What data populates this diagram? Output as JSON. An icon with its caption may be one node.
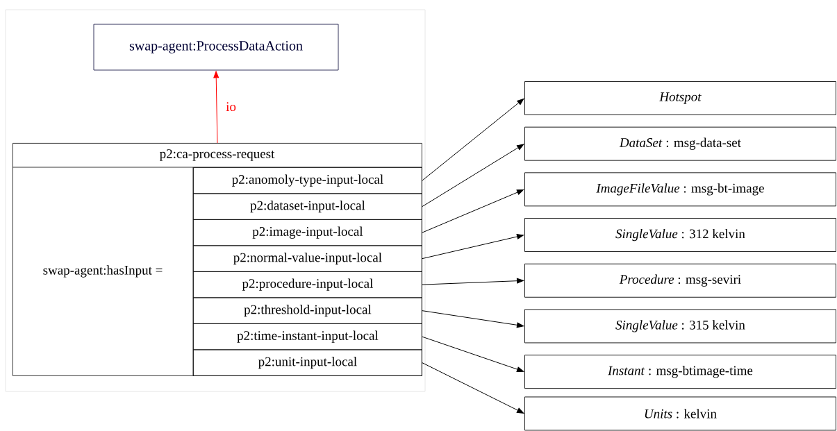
{
  "diagram": {
    "nodes": [
      {
        "text": [
          "swap-agent:ProcessDataAction"
        ]
      },
      {
        "text": [
          "p2:ca-process-request",
          "swap-agent:hasInput ="
        ]
      },
      {
        "text": [
          "p2:anomoly-type-input-local"
        ],
        "in": 1
      },
      {
        "text": [
          "p2:dataset-input-local"
        ],
        "in": 1
      },
      {
        "text": [
          "p2:image-input-local"
        ],
        "in": 1
      },
      {
        "text": [
          "p2:normal-value-input-local"
        ],
        "in": 1
      },
      {
        "text": [
          "p2:procedure-input-local"
        ],
        "in": 1
      },
      {
        "text": [
          "p2:threshold-input-local"
        ],
        "in": 1
      },
      {
        "text": [
          "p2:time-instant-input-local"
        ],
        "in": 1
      },
      {
        "text": [
          "p2:unit-input-local"
        ],
        "in": 1
      },
      {
        "text": [
          "Hotspot"
        ]
      },
      {
        "text": [
          "*DataSet* : msg-data-set"
        ]
      },
      {
        "text": [
          "*ImageFileValue* : msg-bt-image"
        ]
      },
      {
        "text": [
          "*SingleValue* : 312 kelvin"
        ]
      },
      {
        "text": [
          "*Procedure* : msg-seviri"
        ]
      },
      {
        "text": [
          "*SingleValue* : 315 kelvin"
        ]
      },
      {
        "text": [
          "*Instant* : msg-btimage-time"
        ]
      },
      {
        "text": [
          "*Units* : kelvin"
        ]
      }
    ],
    "edges": [
      {
        "from": 1,
        "to": 0,
        "arrow": "to",
        "label": "io",
        "color": "#ff0000"
      },
      {
        "from": 2,
        "to": 10,
        "arrow": "to"
      },
      {
        "from": 3,
        "to": 11,
        "arrow": "to"
      },
      {
        "from": 4,
        "to": 12,
        "arrow": "to"
      },
      {
        "from": 5,
        "to": 13,
        "arrow": "to"
      },
      {
        "from": 6,
        "to": 14,
        "arrow": "to"
      },
      {
        "from": 7,
        "to": 15,
        "arrow": "to"
      },
      {
        "from": 8,
        "to": 16,
        "arrow": "to"
      },
      {
        "from": 9,
        "to": 17,
        "arrow": "to"
      }
    ]
  }
}
